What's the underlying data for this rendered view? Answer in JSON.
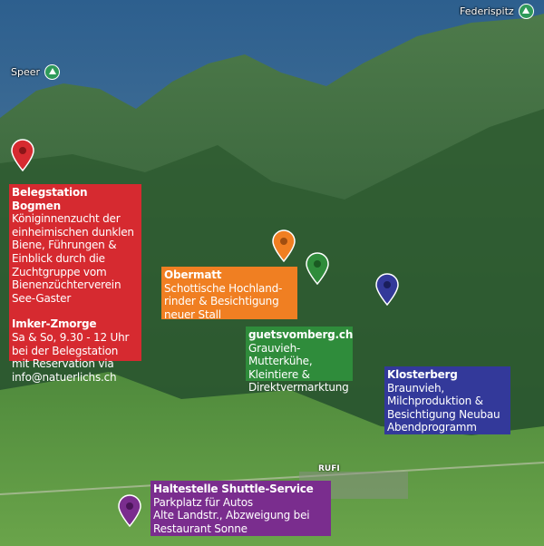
{
  "peaks": [
    {
      "name": "Speer",
      "icon": "mountain-peak-icon"
    },
    {
      "name": "Federispitz",
      "icon": "mountain-peak-icon"
    }
  ],
  "place_label": "RUFI",
  "colors": {
    "red": "#d62a30",
    "orange": "#f07f22",
    "green": "#2f8c3b",
    "blue": "#33399a",
    "purple": "#7a2d8e"
  },
  "locations": [
    {
      "title": "Belegstation Bogmen",
      "lines": [
        "Königinnenzucht der",
        "einheimischen dunklen",
        "Biene, Führungen &",
        "Einblick durch die",
        "Zuchtgruppe vom",
        "Bienenzüchterverein",
        "See-Gaster"
      ],
      "subtitle": "Imker-Zmorge",
      "sub_lines": [
        "Sa & So, 9.30 - 12 Uhr",
        "bei der Belegstation",
        "mit Reservation via",
        "info@natuerlichs.ch"
      ]
    },
    {
      "title": "Obermatt",
      "lines": [
        "Schottische Hochland-",
        "rinder & Besichtigung",
        "neuer Stall"
      ]
    },
    {
      "title": "guetsvomberg.ch",
      "lines": [
        "Grauvieh-Mutterkühe,",
        "Kleintiere &",
        "Direktvermarktung"
      ]
    },
    {
      "title": "Klosterberg",
      "lines": [
        "Braunvieh,",
        "Milchproduktion &",
        "Besichtigung Neubau",
        "Abendprogramm"
      ]
    },
    {
      "title": "Haltestelle Shuttle-Service",
      "lines": [
        "Parkplatz für Autos",
        "Alte Landstr., Abzweigung bei",
        "Restaurant Sonne"
      ]
    }
  ]
}
